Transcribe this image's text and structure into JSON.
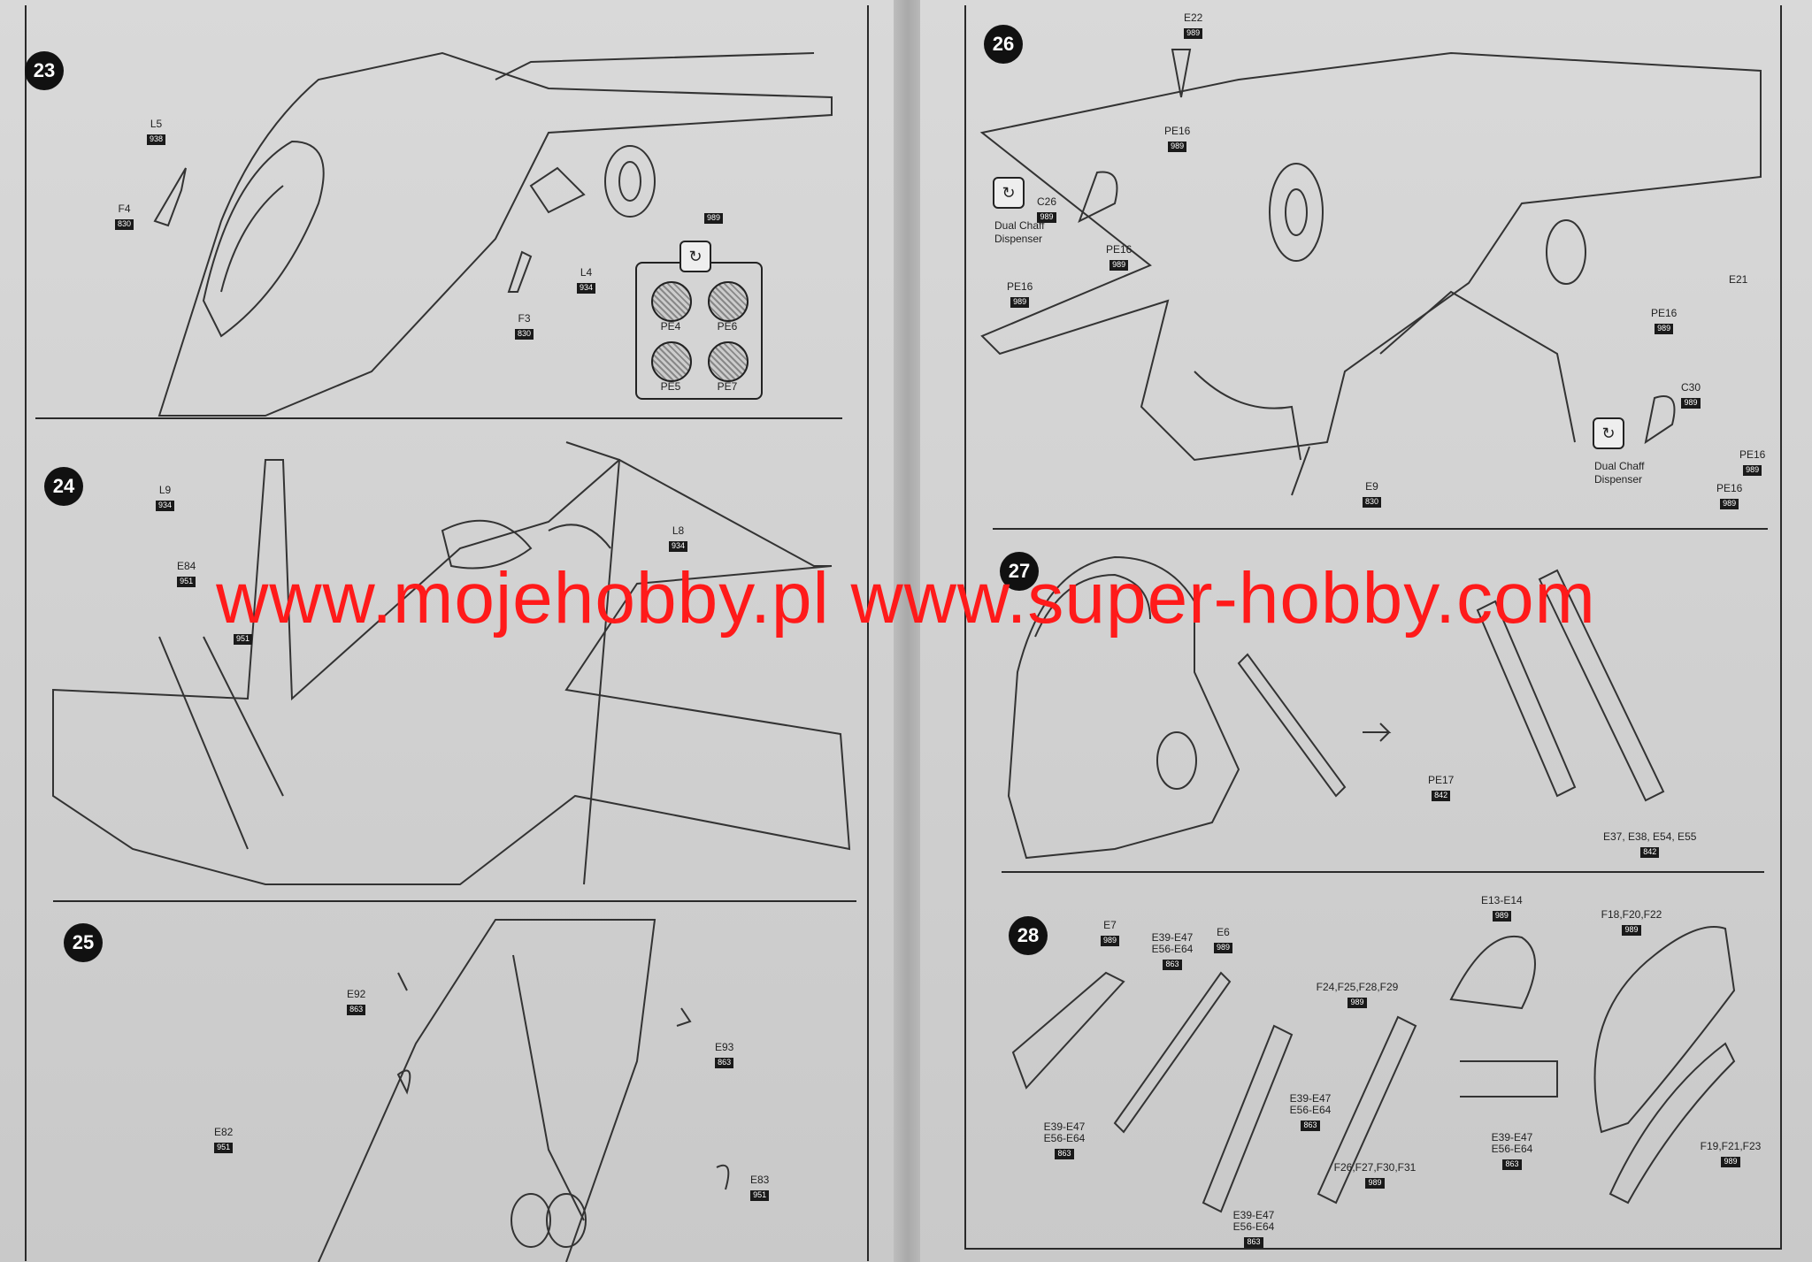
{
  "watermark": "www.mojehobby.pl www.super-hobby.com",
  "steps": [
    {
      "number": "23",
      "parts": [
        {
          "name": "L5",
          "code": "938"
        },
        {
          "name": "F4",
          "code": "830"
        },
        {
          "name": "F3",
          "code": "830"
        },
        {
          "name": "L4",
          "code": "934"
        },
        {
          "name": "",
          "code": "989"
        }
      ],
      "detail": [
        "PE4",
        "PE6",
        "PE5",
        "PE7"
      ]
    },
    {
      "number": "24",
      "parts": [
        {
          "name": "L9",
          "code": "934"
        },
        {
          "name": "L8",
          "code": "934"
        },
        {
          "name": "E84",
          "code": "951"
        },
        {
          "name": "",
          "code": "951"
        }
      ]
    },
    {
      "number": "25",
      "parts": [
        {
          "name": "E92",
          "code": "863"
        },
        {
          "name": "E93",
          "code": "863"
        },
        {
          "name": "E82",
          "code": "951"
        },
        {
          "name": "E83",
          "code": "951"
        }
      ]
    },
    {
      "number": "26",
      "parts": [
        {
          "name": "E22",
          "code": "989"
        },
        {
          "name": "PE16",
          "code": "989"
        },
        {
          "name": "C26",
          "code": "989"
        },
        {
          "name": "PE16",
          "code": "989"
        },
        {
          "name": "PE16",
          "code": "989"
        },
        {
          "name": "PE16",
          "code": "989"
        },
        {
          "name": "E21",
          "code": ""
        },
        {
          "name": "C30",
          "code": "989"
        },
        {
          "name": "PE16",
          "code": "989"
        },
        {
          "name": "PE16",
          "code": "989"
        },
        {
          "name": "E9",
          "code": "830"
        }
      ],
      "notes": [
        "Dual Chaff Dispenser",
        "Dual Chaff Dispenser"
      ]
    },
    {
      "number": "27",
      "parts": [
        {
          "name": "PE17",
          "code": "842"
        },
        {
          "name": "E37, E38, E54, E55",
          "code": "842"
        }
      ]
    },
    {
      "number": "28",
      "parts": [
        {
          "name": "E7",
          "code": "989"
        },
        {
          "name": "E39-E47 E56-E64",
          "code": "863"
        },
        {
          "name": "E6",
          "code": "989"
        },
        {
          "name": "F24,F25,F28,F29",
          "code": "989"
        },
        {
          "name": "E39-E47 E56-E64",
          "code": "863"
        },
        {
          "name": "E39-E47 E56-E64",
          "code": "863"
        },
        {
          "name": "F26,F27,F30,F31",
          "code": "989"
        },
        {
          "name": "E39-E47 E56-E64",
          "code": "863"
        },
        {
          "name": "E13-E14",
          "code": "989"
        },
        {
          "name": "E39-E47 E56-E64",
          "code": "863"
        },
        {
          "name": "F18,F20,F22",
          "code": "989"
        },
        {
          "name": "F19,F21,F23",
          "code": "989"
        }
      ]
    }
  ]
}
